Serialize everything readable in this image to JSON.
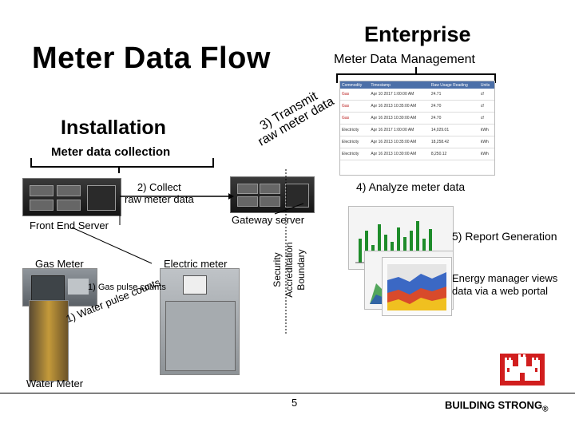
{
  "slide": {
    "title": "Meter Data Flow",
    "enterprise_heading": "Enterprise",
    "mdm_label": "Meter Data Management",
    "installation_heading": "Installation",
    "installation_sub": "Meter data collection",
    "page_number": "5",
    "footer_brand": "BUILDING STRONG",
    "registered_mark": "®"
  },
  "nodes": {
    "front_end_server": "Front End Server",
    "gateway_server": "Gateway server",
    "gas_meter": "Gas Meter",
    "electric_meter": "Electric meter",
    "water_meter": "Water Meter"
  },
  "steps": {
    "step1_water": "1) Water pulse counts",
    "step1_gas": "1) Gas pulse counts",
    "step2": "2) Collect\nraw meter data",
    "step3_line1": "3) Transmit",
    "step3_line2": "raw meter data",
    "step4": "4) Analyze meter data",
    "step5": "5) Report Generation",
    "energy_manager": "Energy manager views\ndata via a web portal"
  },
  "boundary": {
    "line1": "Security",
    "line2": "Accreditation",
    "line3": "Boundary"
  },
  "mdm_table": {
    "headers": [
      "Commodity",
      "Timestamp",
      "Raw Usage Reading",
      "Units"
    ],
    "rows": [
      [
        "Gas",
        "Apr 10 2017 1:00:00 AM",
        "24.71",
        "cf"
      ],
      [
        "Gas",
        "Apr 16 2013 10:35:00 AM",
        "24.70",
        "cf"
      ],
      [
        "Gas",
        "Apr 16 2013 10:30:00 AM",
        "24.70",
        "cf"
      ],
      [
        "Electricity",
        "Apr 16 2017 1:00:00 AM",
        "14,029.01",
        "kWh"
      ],
      [
        "Electricity",
        "Apr 16 2013 10:35:00 AM",
        "18,258.42",
        "kWh"
      ],
      [
        "Electricity",
        "Apr 16 2013 10:30:00 AM",
        "8,250.12",
        "kWh"
      ]
    ]
  },
  "colors": {
    "logo_red": "#d11e1e",
    "table_header": "#4b6fa8",
    "report_green": "#1e8c2a"
  }
}
